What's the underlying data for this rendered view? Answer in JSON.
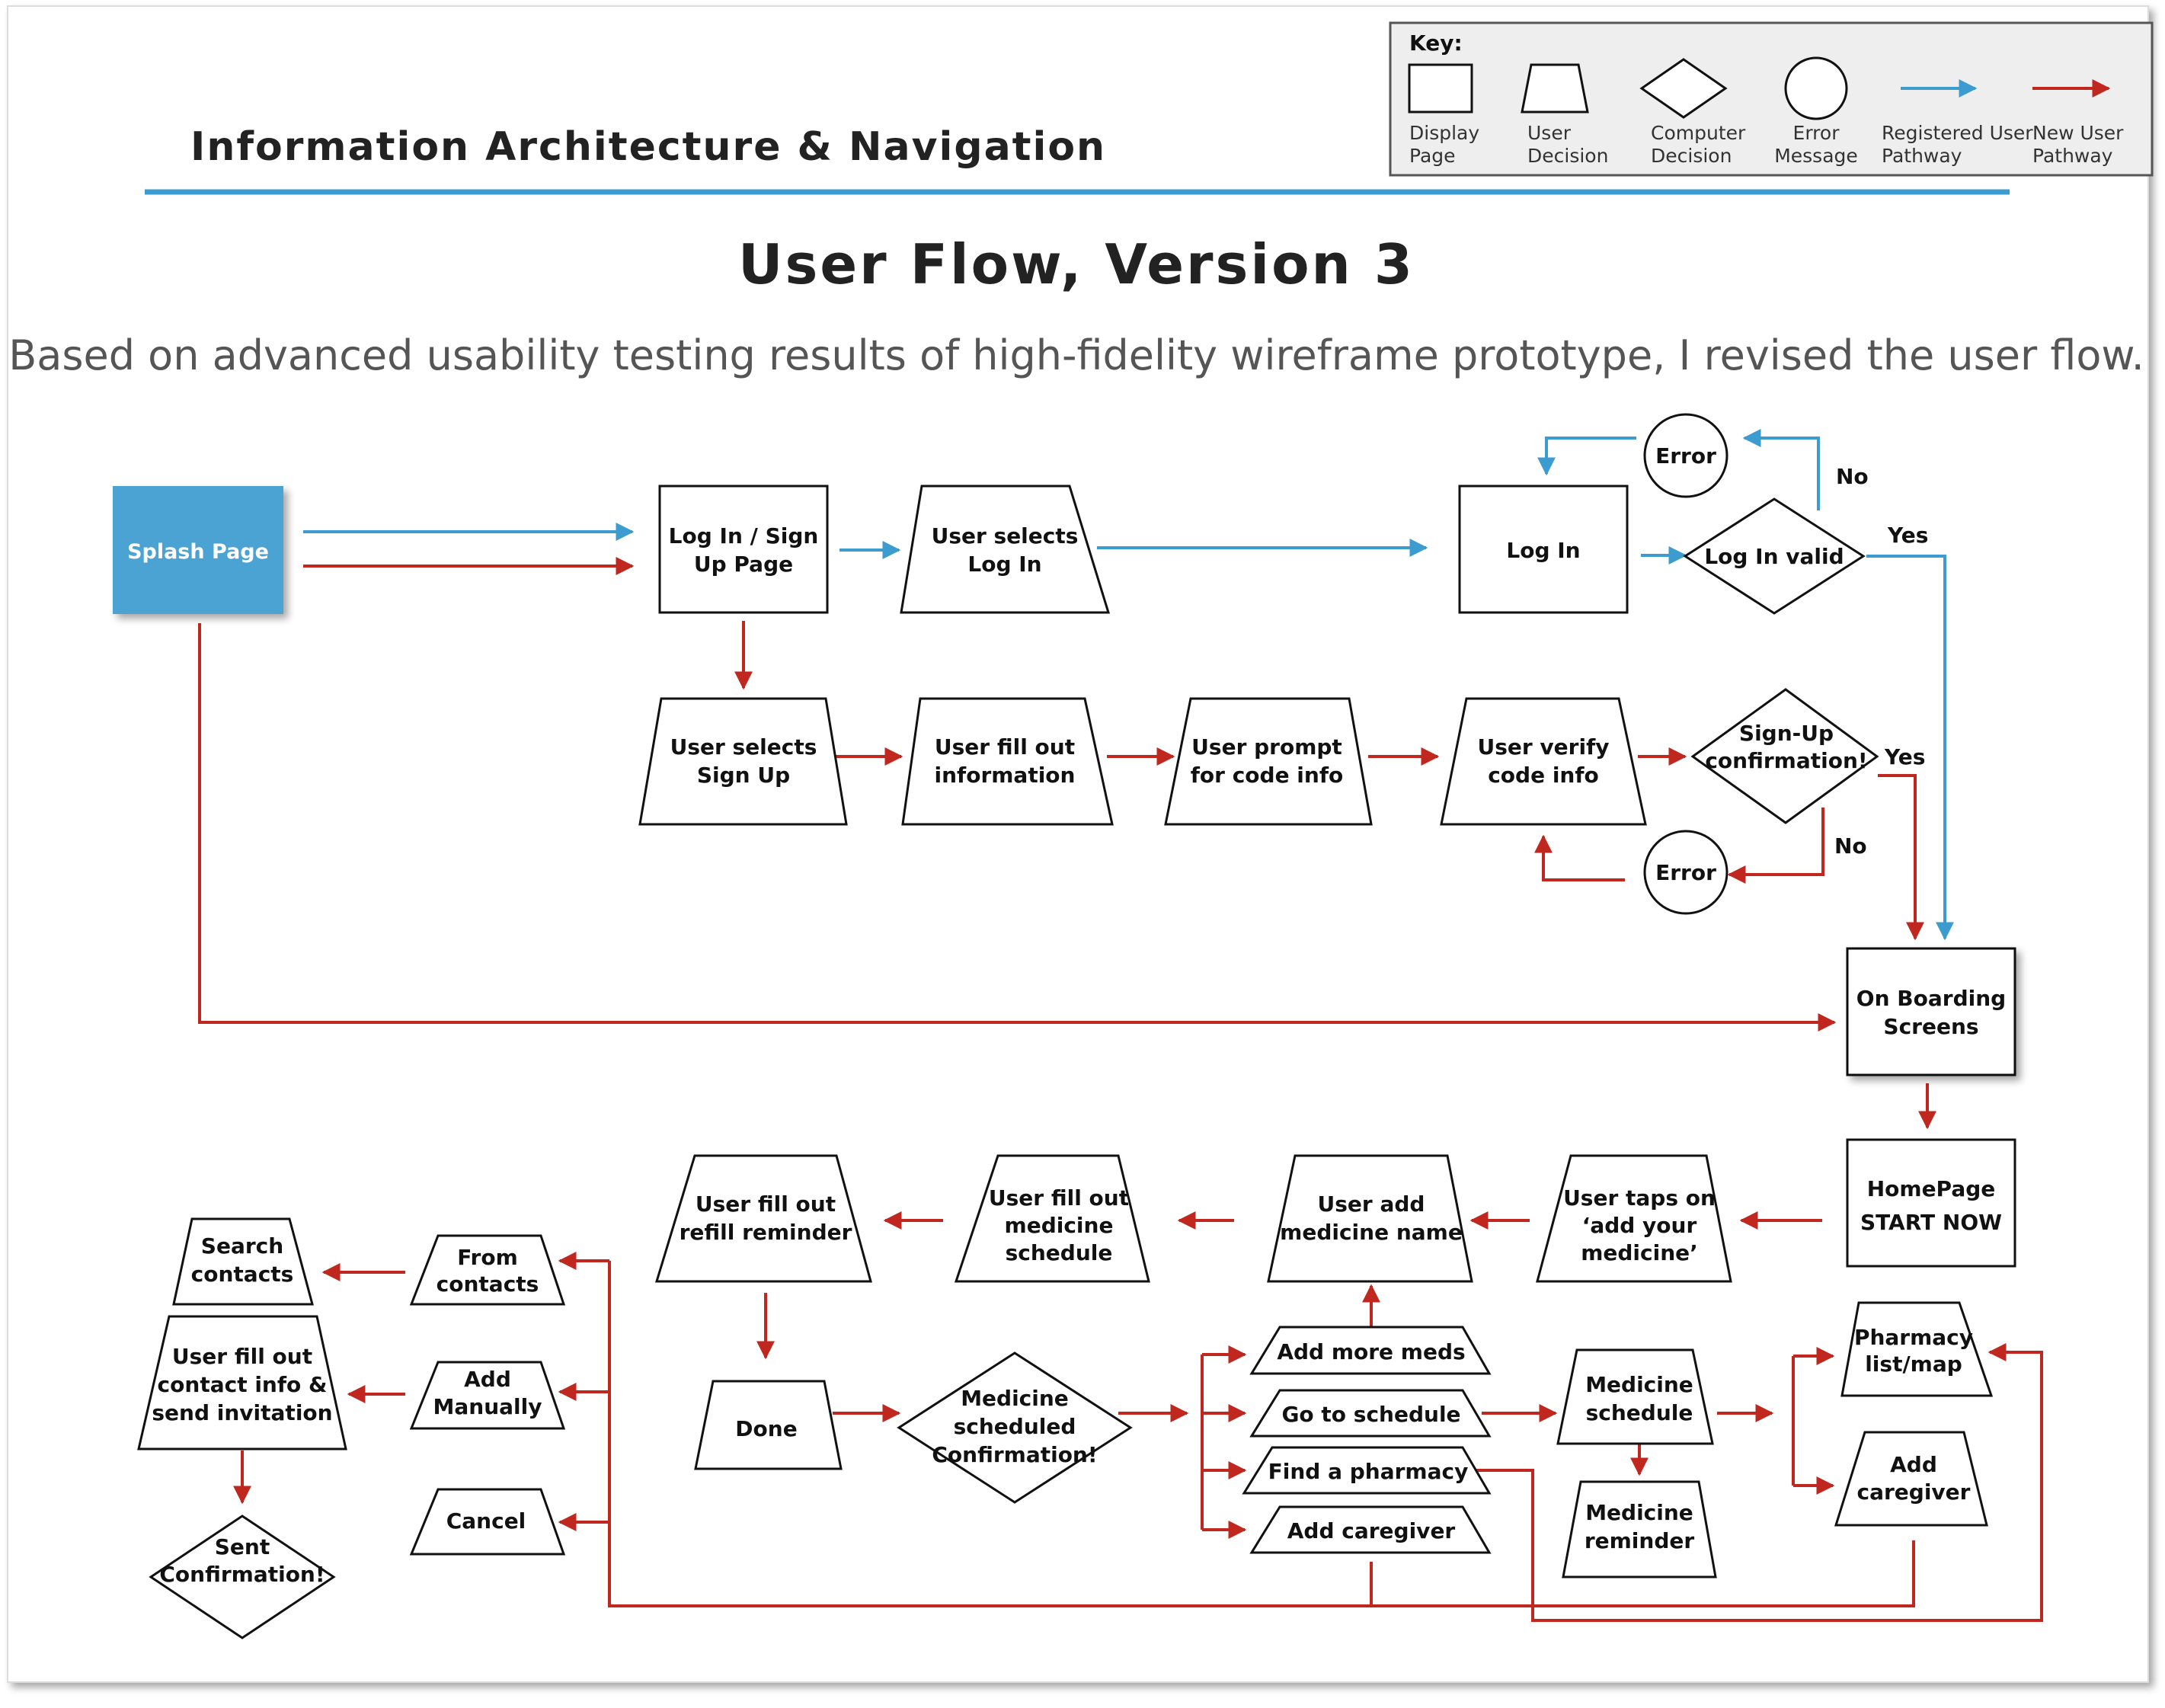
{
  "header": {
    "section_title": "Information Architecture & Navigation",
    "title": "User Flow, Version 3",
    "subtitle": "Based on advanced usability testing results of high-fidelity wireframe prototype, I revised the user flow."
  },
  "key": {
    "title": "Key:",
    "items": [
      {
        "line1": "Display",
        "line2": "Page"
      },
      {
        "line1": "User",
        "line2": "Decision"
      },
      {
        "line1": "Computer",
        "line2": "Decision"
      },
      {
        "line1": "Error",
        "line2": "Message"
      },
      {
        "line1": "Registered User",
        "line2": "Pathway"
      },
      {
        "line1": "New User",
        "line2": "Pathway"
      }
    ]
  },
  "colors": {
    "registered": "#3d9ccf",
    "new_user": "#c0281f",
    "splash_fill": "#4ba3d3"
  },
  "nodes": {
    "splash": [
      "Splash Page"
    ],
    "login_signup": [
      "Log In / Sign",
      "Up Page"
    ],
    "user_selects_login": [
      "User selects",
      "Log In"
    ],
    "login": [
      "Log In"
    ],
    "login_valid": [
      "Log In valid"
    ],
    "error_top": [
      "Error"
    ],
    "user_selects_signup": [
      "User selects",
      "Sign Up"
    ],
    "fill_info": [
      "User fill out",
      "information"
    ],
    "prompt_code": [
      "User prompt",
      "for code info"
    ],
    "verify_code": [
      "User verify",
      "code info"
    ],
    "signup_confirm": [
      "Sign-Up",
      "confirmation!"
    ],
    "error_bottom": [
      "Error"
    ],
    "onboarding": [
      "On Boarding",
      "Screens"
    ],
    "homepage": [
      "HomePage",
      "START NOW"
    ],
    "taps_add": [
      "User taps on",
      "‘add your",
      "medicine’"
    ],
    "add_name": [
      "User add",
      "medicine name"
    ],
    "fill_schedule": [
      "User fill out",
      "medicine",
      "schedule"
    ],
    "fill_refill": [
      "User fill out",
      "refill reminder"
    ],
    "done": [
      "Done"
    ],
    "med_confirm": [
      "Medicine",
      "scheduled",
      "Confirmation!"
    ],
    "add_more": [
      "Add more meds"
    ],
    "go_schedule": [
      "Go to schedule"
    ],
    "find_pharmacy": [
      "Find a pharmacy"
    ],
    "add_caregiver": [
      "Add caregiver"
    ],
    "med_schedule": [
      "Medicine",
      "schedule"
    ],
    "med_reminder": [
      "Medicine",
      "reminder"
    ],
    "pharmacy_map": [
      "Pharmacy",
      "list/map"
    ],
    "add_caregiver2": [
      "Add",
      "caregiver"
    ],
    "from_contacts": [
      "From",
      "contacts"
    ],
    "add_manually": [
      "Add",
      "Manually"
    ],
    "cancel": [
      "Cancel"
    ],
    "search_contacts": [
      "Search",
      "contacts"
    ],
    "fill_contact": [
      "User fill out",
      "contact info &",
      "send invitation"
    ],
    "sent_confirm": [
      "Sent",
      "Confirmation!"
    ]
  },
  "edge_labels": {
    "no_top": "No",
    "yes_top": "Yes",
    "yes_bottom": "Yes",
    "no_bottom": "No"
  }
}
